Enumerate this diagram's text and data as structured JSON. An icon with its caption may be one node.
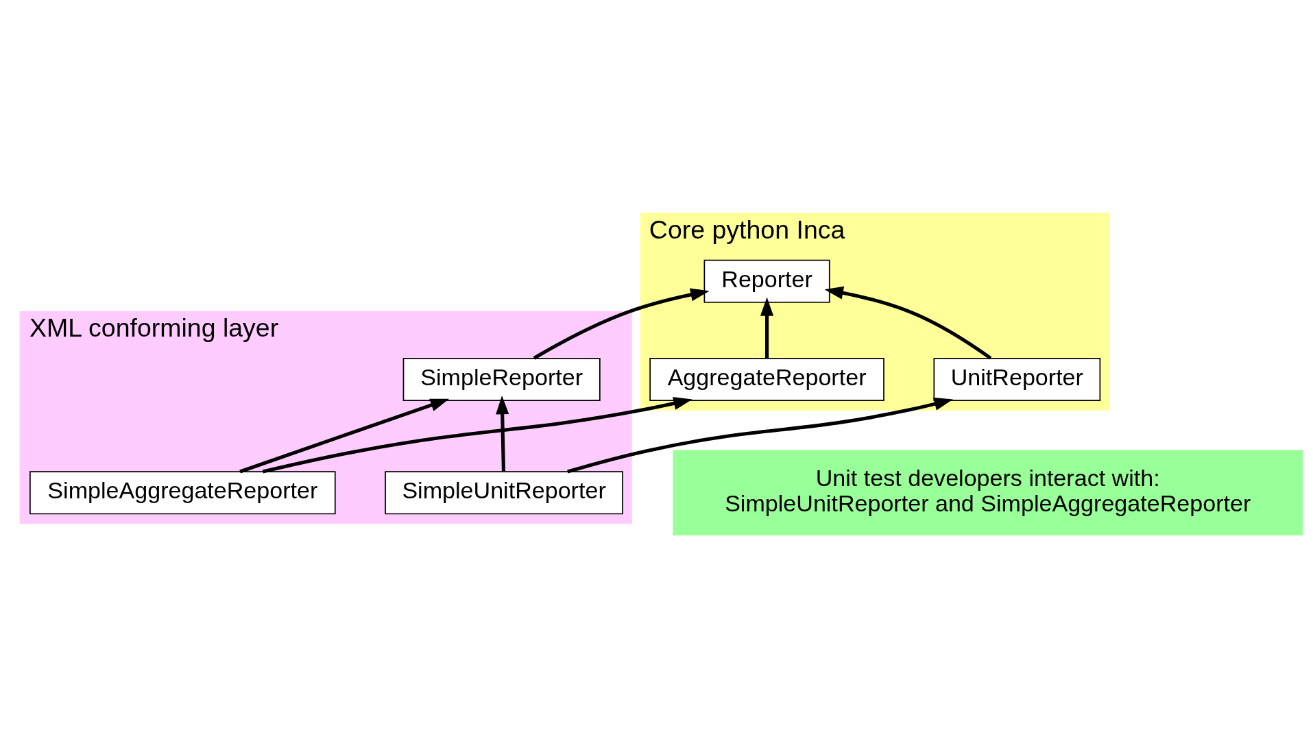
{
  "diagram": {
    "nodes": [
      {
        "text": [
          "Core python Inca"
        ]
      },
      {
        "text": [
          "Reporter"
        ],
        "in": 0
      },
      {
        "text": [
          "UnitReporter"
        ],
        "in": 0
      },
      {
        "text": [
          "AggregateReporter"
        ],
        "in": 0
      },
      {
        "text": [
          "XML conforming layer"
        ]
      },
      {
        "text": [
          "SimpleReporter"
        ],
        "in": 4
      },
      {
        "text": [
          "SimpleUnitReporter"
        ],
        "in": 4
      },
      {
        "text": [
          "SimpleAggregateReporter"
        ],
        "in": 4
      },
      {
        "text": [
          "Unit test developers interact with:",
          "SimpleUnitReporter and SimpleAggregateReporter"
        ]
      }
    ],
    "edges": [
      {
        "from": 2,
        "to": 1,
        "arrow": "to"
      },
      {
        "from": 5,
        "to": 1,
        "arrow": "to"
      },
      {
        "from": 3,
        "to": 1,
        "arrow": "to"
      },
      {
        "from": 6,
        "to": 2,
        "arrow": "to"
      },
      {
        "from": 6,
        "to": 5,
        "arrow": "to"
      },
      {
        "from": 7,
        "to": 5,
        "arrow": "to"
      },
      {
        "from": 7,
        "to": 3,
        "arrow": "to"
      }
    ]
  }
}
